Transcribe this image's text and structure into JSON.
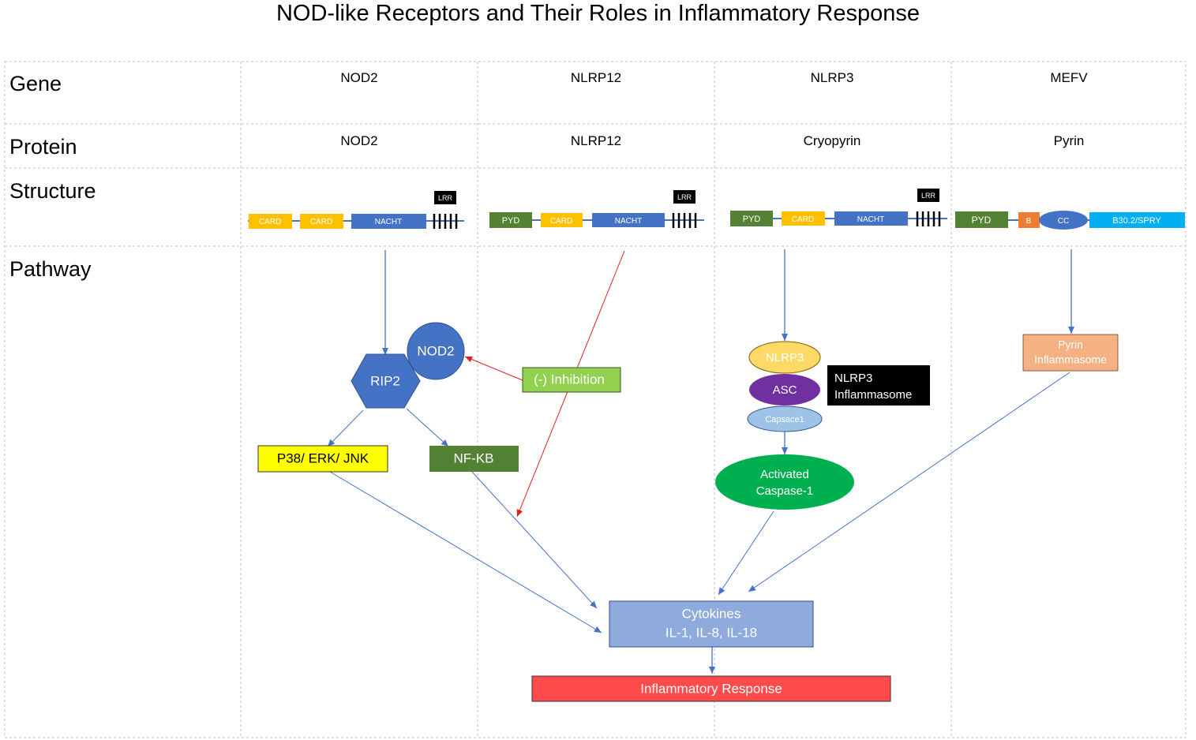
{
  "title": "NOD-like Receptors and Their Roles in Inflammatory Response",
  "rows": {
    "gene": "Gene",
    "protein": "Protein",
    "structure": "Structure",
    "pathway": "Pathway"
  },
  "columns": [
    {
      "gene": "NOD2",
      "protein": "NOD2"
    },
    {
      "gene": "NLRP12",
      "protein": "NLRP12"
    },
    {
      "gene": "NLRP3",
      "protein": "Cryopyrin"
    },
    {
      "gene": "MEFV",
      "protein": "Pyrin"
    }
  ],
  "structures": {
    "nod2": {
      "card1": "CARD",
      "card2": "CARD",
      "nacht": "NACHT",
      "lrr": "LRR"
    },
    "nlrp12": {
      "pyd": "PYD",
      "card": "CARD",
      "nacht": "NACHT",
      "lrr": "LRR"
    },
    "nlrp3": {
      "pyd": "PYD",
      "card": "CARD",
      "nacht": "NACHT",
      "lrr": "LRR"
    },
    "mefv": {
      "pyd": "PYD",
      "b": "B",
      "cc": "CC",
      "spry": "B30.2/SPRY"
    }
  },
  "nodes": {
    "rip2": "RIP2",
    "nod2": "NOD2",
    "inhibition": "(-) Inhibition",
    "p38": "P38/ ERK/ JNK",
    "nfkb": "NF-KB",
    "nlrp3": "NLRP3",
    "asc": "ASC",
    "caspase1": "Capsace1",
    "inflammasome_line1": "NLRP3",
    "inflammasome_line2": "Inflammasome",
    "activated_line1": "Activated",
    "activated_line2": "Caspase-1",
    "pyrin_line1": "Pyrin",
    "pyrin_line2": "Inflammasome",
    "cytokines_line1": "Cytokines",
    "cytokines_line2": "IL-1, IL-8, IL-18",
    "inflammatory": "Inflammatory Response"
  },
  "colors": {
    "card": "#FFC000",
    "nacht": "#4472C4",
    "pyd": "#548235",
    "b": "#ED7D31",
    "spry": "#00B0F0",
    "rip2": "#4472C4",
    "inhibition": "#92D050",
    "p38": "#FFFF00",
    "nfkb": "#548235",
    "nlrp3": "#FFD966",
    "asc": "#7030A0",
    "caspase1": "#9DC3E6",
    "activated": "#00B050",
    "pyrin": "#F4B183",
    "cytokines": "#8FAADC",
    "inflammatory": "#FF4B4B",
    "arrow_blue": "#4472C4",
    "arrow_red": "#E74C3C",
    "grid": "#BFBFBF"
  }
}
